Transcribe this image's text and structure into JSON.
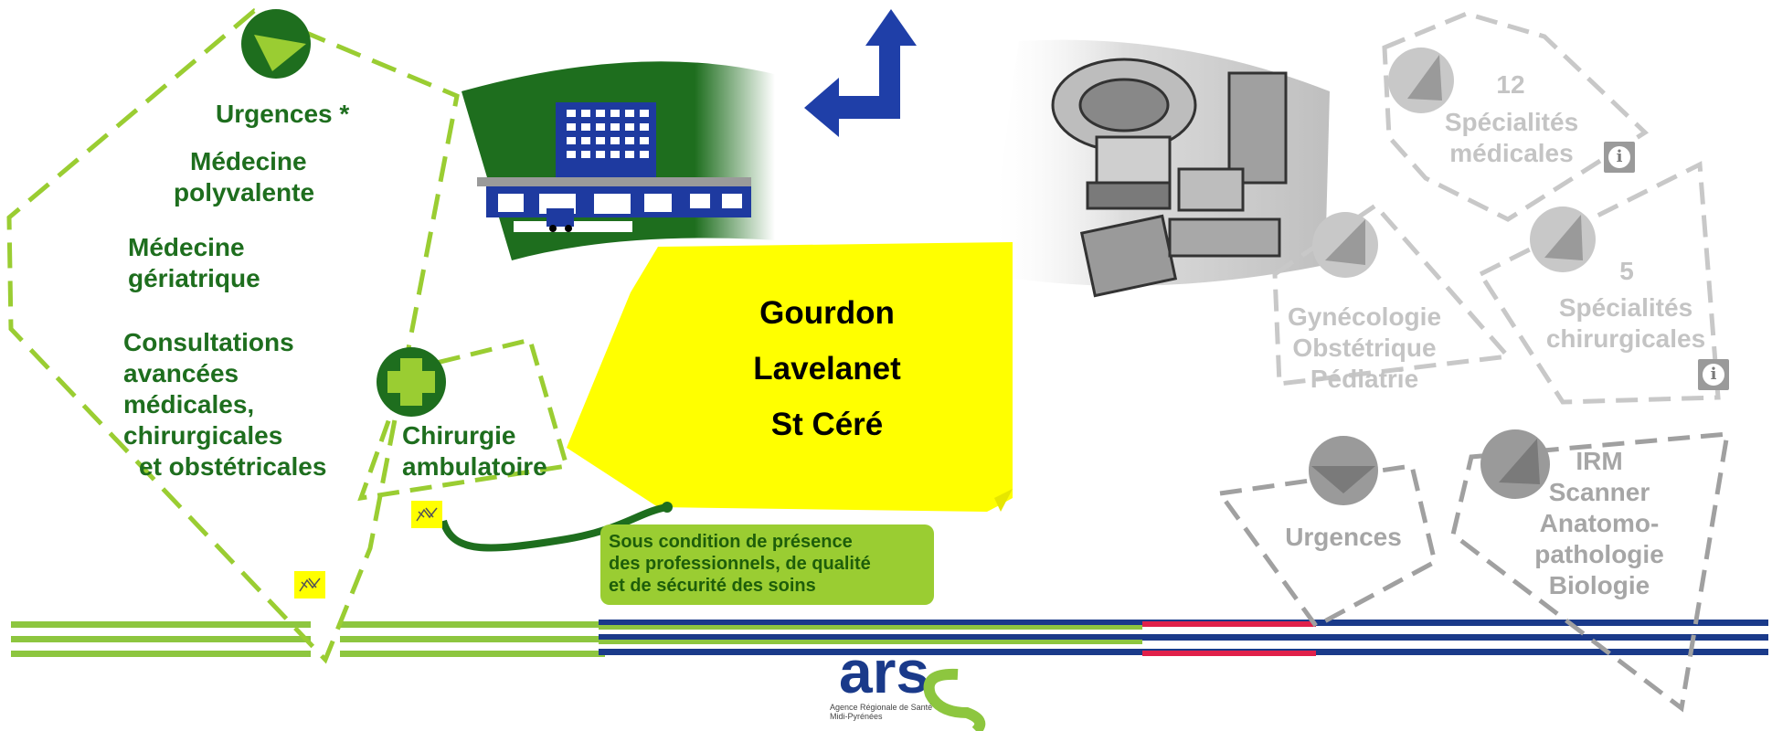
{
  "left_services": {
    "urgences": "Urgences *",
    "med_poly_1": "Médecine",
    "med_poly_2": "polyvalente",
    "med_ger_1": "Médecine",
    "med_ger_2": "gériatrique",
    "consult_1": "Consultations",
    "consult_2": "avancées",
    "consult_3": "médicales,",
    "consult_4": "chirurgicales",
    "consult_5": "et obstétricales"
  },
  "ambulatory": {
    "line1": "Chirurgie",
    "line2": "ambulatoire"
  },
  "sites": [
    "Gourdon",
    "Lavelanet",
    "St Céré"
  ],
  "condition_note": {
    "line1": "Sous condition de présence",
    "line2": "des professionnels, de qualité",
    "line3": "et de sécurité des soins"
  },
  "right_services": {
    "specialites_med_count": "12",
    "specialites_med_1": "Spécialités",
    "specialites_med_2": "médicales",
    "specialites_chir_count": "5",
    "specialites_chir_1": "Spécialités",
    "specialites_chir_2": "chirurgicales",
    "gyneco_1": "Gynécologie",
    "gyneco_2": "Obstétrique",
    "gyneco_3": "Pédiatrie",
    "urgences": "Urgences",
    "imaging_1": "IRM",
    "imaging_2": "Scanner",
    "imaging_3": "Anatomo-",
    "imaging_4": "pathologie",
    "imaging_5": "Biologie"
  },
  "info_icon_glyph": "i",
  "logo": {
    "wordmark": "ars",
    "line1": "Agence Régionale de Santé",
    "line2": "Midi-Pyrénées"
  },
  "colors": {
    "dark_green": "#1e6e1e",
    "lime": "#9acd32",
    "navy": "#1a3a8a",
    "grey_text": "#c4c4c4",
    "yellow": "#ffff00",
    "red": "#e0204a"
  }
}
